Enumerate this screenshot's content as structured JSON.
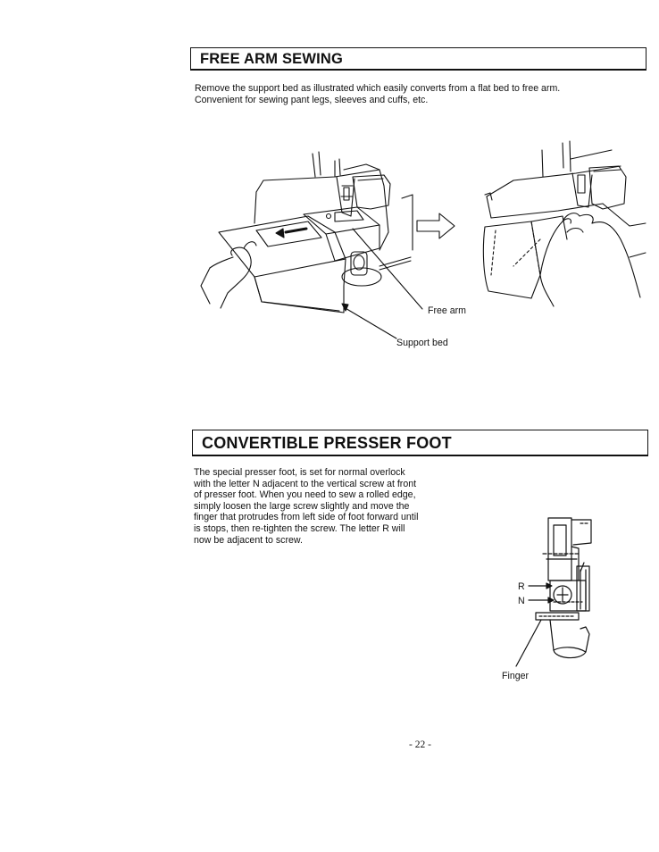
{
  "section_free_arm": {
    "title": "FREE ARM SEWING",
    "paragraph_lines": [
      "Remove the support bed as illustrated which easily converts from a flat bed to free arm.",
      "Convenient for sewing pant legs, sleeves and cuffs, etc."
    ],
    "labels": {
      "free_arm": "Free arm",
      "support_bed": "Support bed"
    }
  },
  "section_presser_foot": {
    "title": "CONVERTIBLE PRESSER FOOT",
    "paragraph_lines": [
      "The special presser foot, is set for normal overlock",
      "with the letter N adjacent to the vertical screw at front",
      "of presser foot. When you need to sew a rolled edge,",
      "simply loosen the large screw slightly and move the",
      "finger that protrudes from left side of foot forward until",
      "is stops, then re-tighten the screw. The letter R will",
      "now be adjacent to screw."
    ],
    "labels": {
      "r": "R",
      "n": "N",
      "finger": "Finger"
    }
  },
  "footer": {
    "page_number": "- 22 -"
  }
}
